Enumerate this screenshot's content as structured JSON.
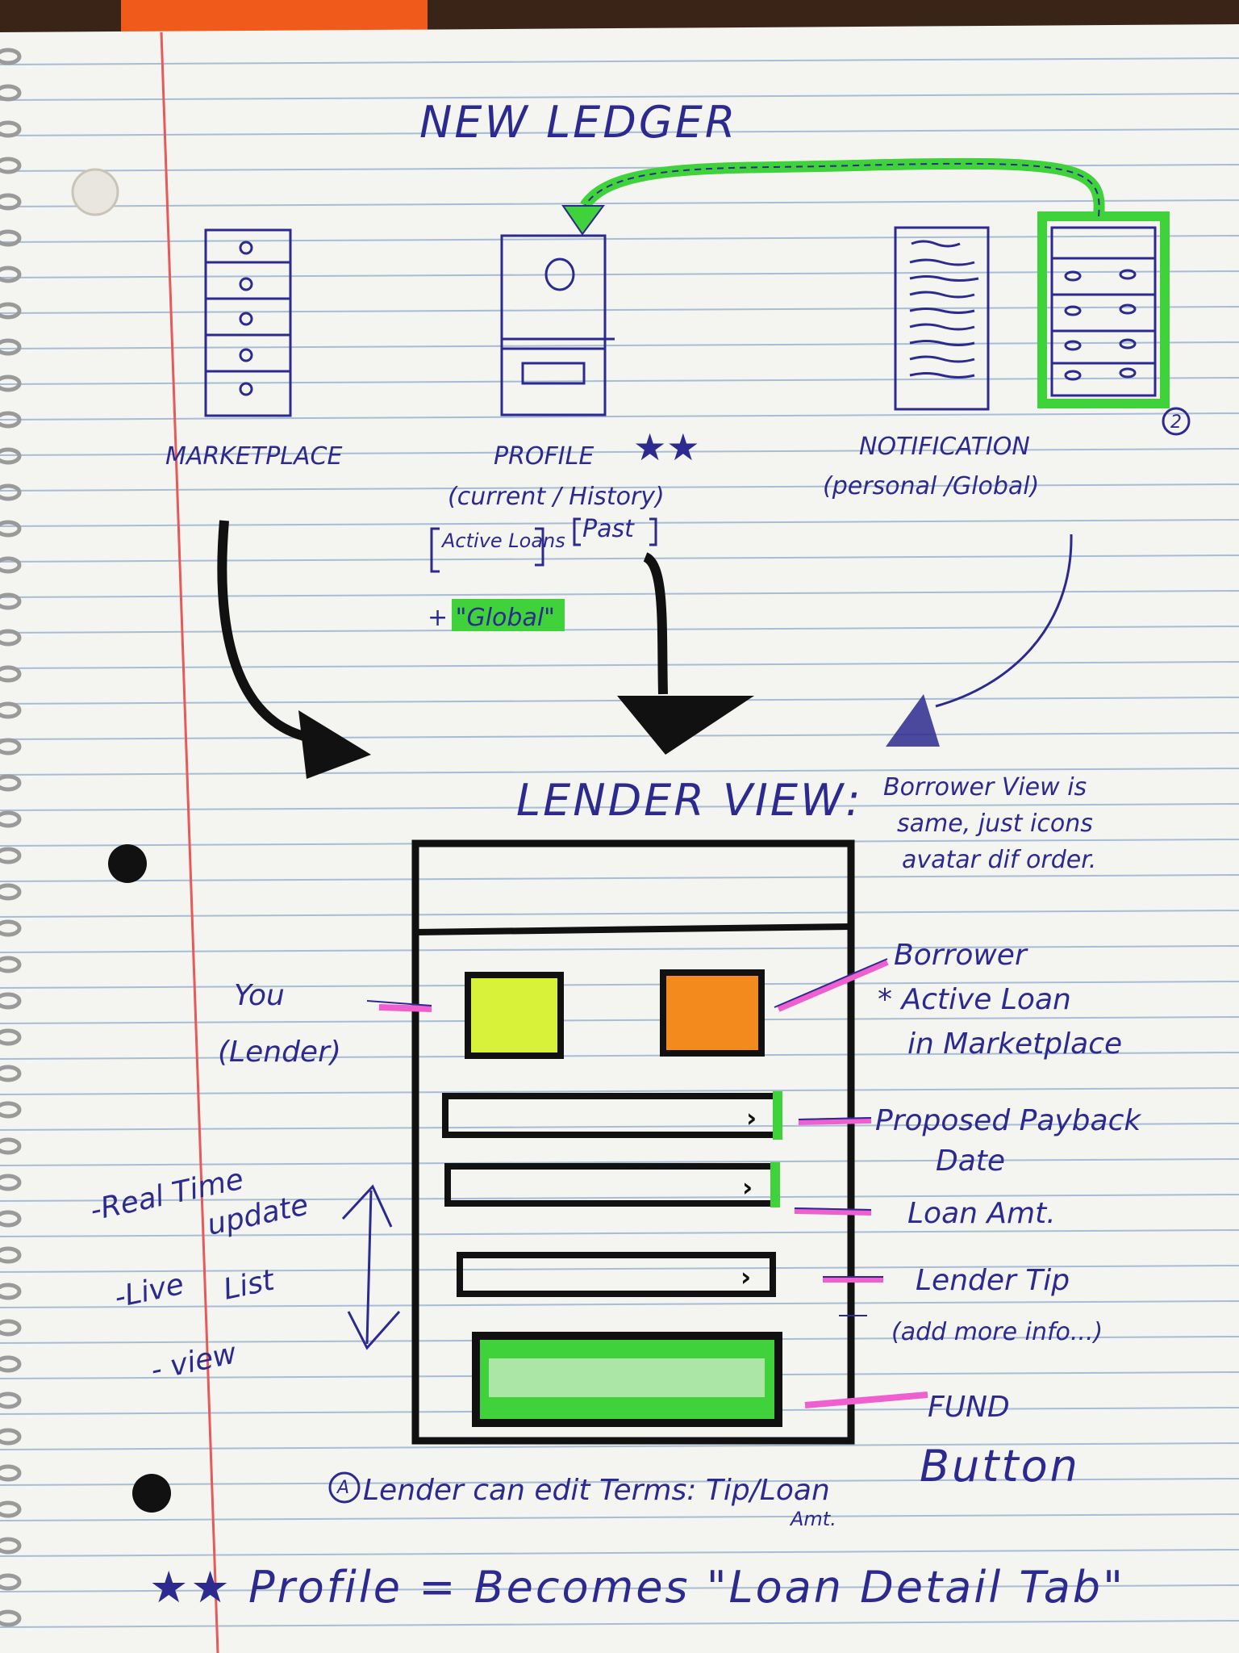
{
  "title": "NEW LEDGER",
  "screens": {
    "marketplace": {
      "label": "MARKETPLACE"
    },
    "profile": {
      "label": "PROFILE",
      "stars": "★★",
      "sub": "(current / History)",
      "active_loans": "Active Loans",
      "past": "Past",
      "global_note": "+ \"Global\""
    },
    "notification": {
      "label": "NOTIFICATION",
      "badge": "2",
      "sub": "(personal /Global)"
    }
  },
  "lender_view": {
    "heading": "LENDER VIEW:",
    "side_note": [
      "Borrower View is",
      "same, just icons",
      "avatar dif order."
    ],
    "you_label": [
      "You",
      "(Lender)"
    ],
    "borrower_label": [
      "Borrower",
      "* Active Loan",
      "in Marketplace"
    ],
    "fields": [
      {
        "label_lines": [
          "Proposed Payback",
          "Date"
        ]
      },
      {
        "label_lines": [
          "Loan Amt."
        ]
      },
      {
        "label_lines": [
          "Lender Tip",
          "(add more info...)"
        ]
      }
    ],
    "fund_label": [
      "FUND",
      "Button"
    ],
    "left_notes": [
      "-Real Time",
      "update",
      "-Live",
      "List",
      "- view"
    ],
    "footnote_1": "Lender can edit Terms: Tip/Loan",
    "footnote_1b": "Amt.",
    "footnote_2": "★★ Profile = Becomes \"Loan Detail Tab\""
  },
  "colors": {
    "ink": "#2c2a8f",
    "marker": "#111111",
    "green": "#3fd23a",
    "pink": "#ef5fd0",
    "lender_avatar": "#d8f23a",
    "borrower_avatar": "#f28a1e",
    "margin_line": "#e65a5a",
    "rule_line": "#a9bcd6",
    "paper": "#f4f4f0"
  }
}
